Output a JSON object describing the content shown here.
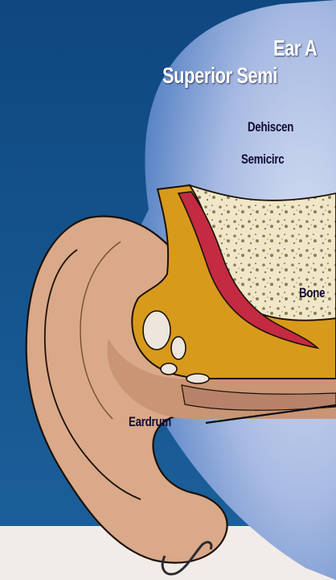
{
  "diagram": {
    "title_line1": "Ear A",
    "title_line2": "Superior Semi",
    "labels": {
      "dehiscence": "Dehiscen",
      "semicircular": "Semicirc",
      "bone": "Bone",
      "eardrum": "Eardrum"
    }
  },
  "colors": {
    "background_dark": "#124f8c",
    "background_light": "#f2ece8",
    "panel_light": "#b4c4e8",
    "skin": "#d9a989",
    "bone_yellow": "#d79a1b",
    "bone_spongy": "#efe6c8",
    "canal_red": "#c42a42",
    "label_text": "#120a33"
  }
}
